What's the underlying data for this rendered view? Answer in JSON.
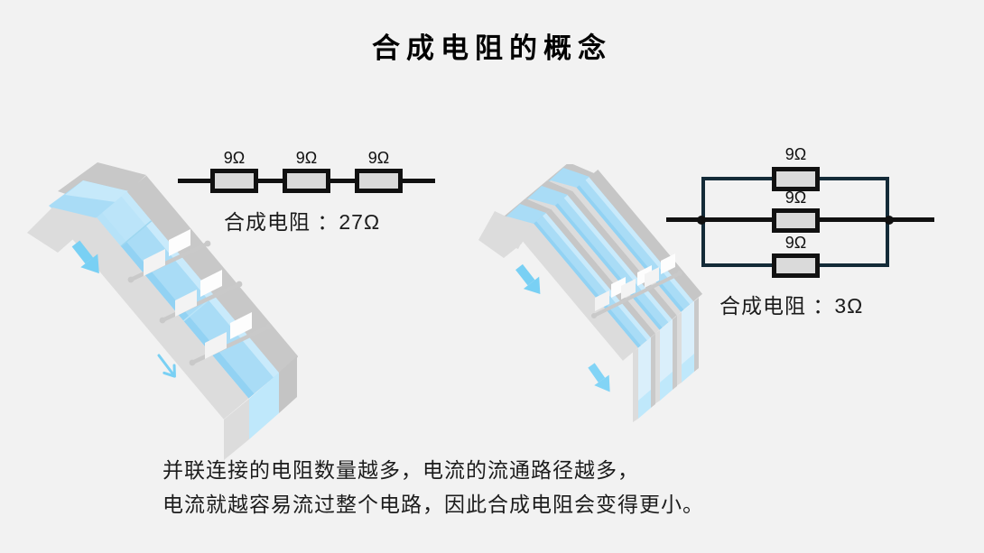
{
  "page": {
    "title": "合成电阻的概念",
    "background_color": "#f2f2f2"
  },
  "series_circuit": {
    "resistors": [
      "9Ω",
      "9Ω",
      "9Ω"
    ],
    "caption": "合成电阻 ：27Ω"
  },
  "parallel_circuit": {
    "resistors": [
      "9Ω",
      "9Ω",
      "9Ω"
    ],
    "caption": "合成电阻 ：3Ω"
  },
  "footer": {
    "line1": "并联连接的电阻数量越多，电流的流通路径越多，",
    "line2": "电流就越容易流过整个电路，因此合成电阻会变得更小。"
  },
  "colors": {
    "wire_black": "#111111",
    "loop_navy": "#142b38",
    "resistor_fill": "#dadada",
    "water_blue": "#a9dcf6",
    "water_light": "#c9eafb",
    "arrow_blue": "#79d0f4"
  }
}
